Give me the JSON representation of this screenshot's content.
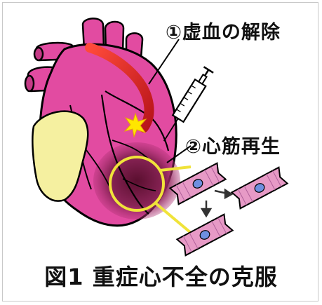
{
  "labels": {
    "step1": "①虚血の解除",
    "step2": "②心筋再生"
  },
  "caption": "図1 重症心不全の克服",
  "colors": {
    "heart": "#e24ba1",
    "heart_dark": "#7a1d4c",
    "fat": "#f5f0a0",
    "highlight_circle": "#f0e33a",
    "catheter": "#e5241f",
    "cell": "#e79ac6",
    "nucleus": "#6e8fe0"
  },
  "icons": {
    "syringe": "syringe-icon",
    "spark": "spark-icon"
  }
}
